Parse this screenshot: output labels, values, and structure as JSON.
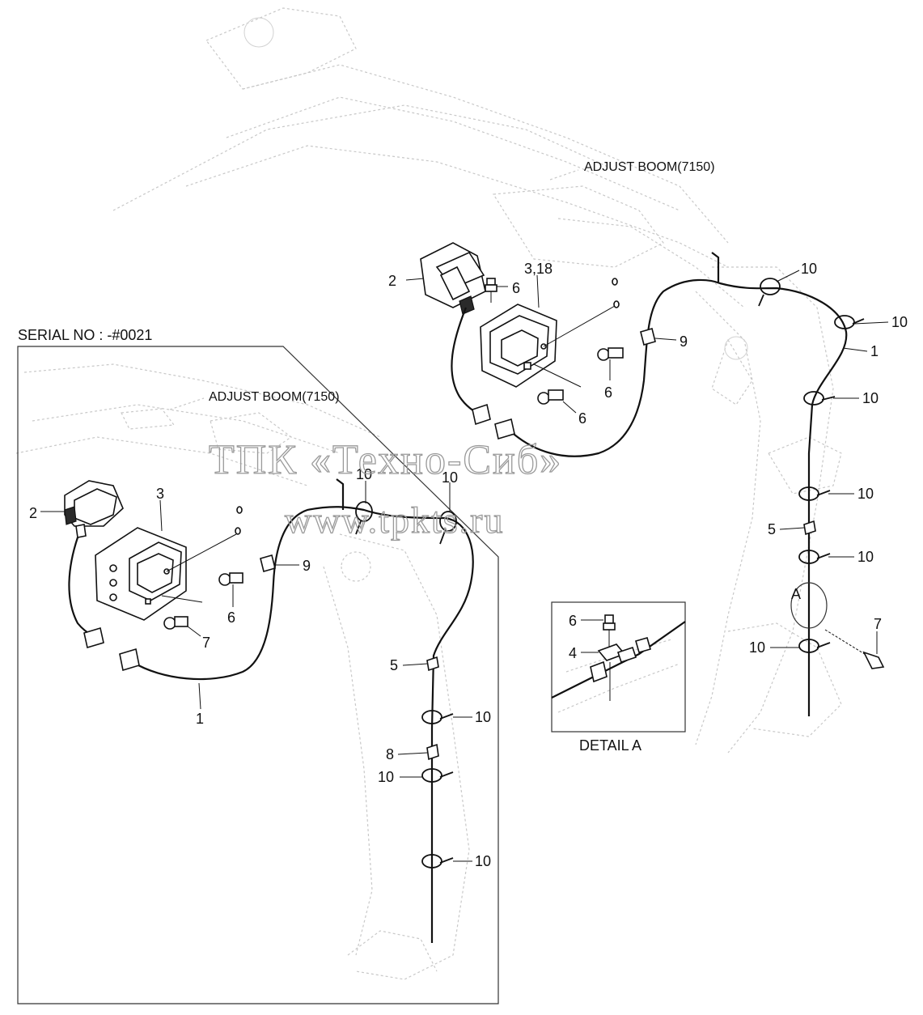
{
  "titles": {
    "serial_no": "SERIAL NO : -#0021",
    "adjust_boom_right": "ADJUST BOOM(7150)",
    "adjust_boom_left": "ADJUST BOOM(7150)",
    "detail_a": "DETAIL  A",
    "detail_marker": "A"
  },
  "watermark": {
    "company": "ТПК «Техно-Сиб»",
    "site": "www.tpkts.ru"
  },
  "callouts_right": {
    "work_lamp": "2",
    "lamp_cover": "3,18",
    "bolt_top": "6",
    "bolt_mid": "6",
    "bolt_low": "6",
    "clip_9": "9",
    "clamp_top": "10",
    "clamp_r1": "10",
    "harness_1": "1",
    "clamp_r2": "10",
    "clamp_r3": "10",
    "clip_5": "5",
    "clamp_r4": "10",
    "screw_7": "7",
    "clamp_r5": "10"
  },
  "callouts_left": {
    "work_lamp": "2",
    "lamp_cover": "3",
    "bolt_6": "6",
    "screw_7": "7",
    "clip_9": "9",
    "clamp_a": "10",
    "clamp_b": "10",
    "harness_1": "1",
    "clip_5": "5",
    "clamp_c": "10",
    "clip_8": "8",
    "clamp_d": "10",
    "clamp_e": "10"
  },
  "callouts_detail": {
    "bolt_6": "6",
    "bracket_4": "4"
  }
}
